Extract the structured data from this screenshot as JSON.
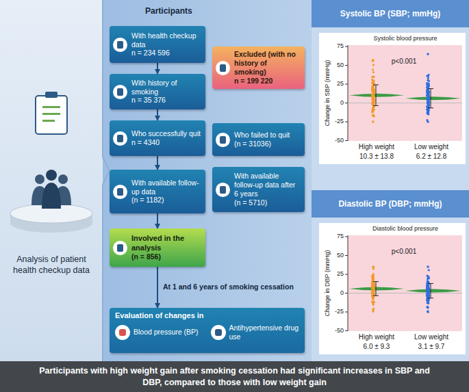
{
  "diagram": {
    "nodes": [
      {
        "text": [
          "Analysis of patient health checkup data"
        ]
      },
      {
        "text": [
          "Participants"
        ]
      },
      {
        "text": [
          "With health checkup data",
          "n = 234 596"
        ],
        "in": 1
      },
      {
        "text": [
          "Excluded (with no history of smoking)",
          "n = 199 220"
        ],
        "in": 1
      },
      {
        "text": [
          "With history of smoking",
          "n = 35 376"
        ],
        "in": 1
      },
      {
        "text": [
          "Who successfully quit",
          "n = 4340"
        ],
        "in": 1
      },
      {
        "text": [
          "Who failed to quit",
          "(n = 31036)"
        ],
        "in": 1
      },
      {
        "text": [
          "With available follow-up data after 6 years",
          "(n = 5710)"
        ],
        "in": 1
      },
      {
        "text": [
          "With available follow-up data",
          "(n = 1182)"
        ],
        "in": 1
      },
      {
        "text": [
          "Involved in the analysis",
          "(n = 856)"
        ],
        "in": 1
      },
      {
        "text": [
          "Evaluation of changes in",
          "Blood pressure (BP)",
          "Antihypertensive drug use"
        ],
        "in": 1
      },
      {
        "text": [
          "Systolic BP (SBP; mmHg)"
        ]
      },
      {
        "text": [
          "Diastolic BP (DBP; mmHg)"
        ]
      },
      {
        "text": [
          "Participants with high weight gain after smoking cessation had significant increases in SBP and DBP, compared to those with low weight gain"
        ]
      }
    ],
    "edges": [
      {
        "from": 2,
        "to": 4,
        "arrow": "to"
      },
      {
        "from": 4,
        "to": 5,
        "arrow": "to"
      },
      {
        "from": 5,
        "to": 8,
        "arrow": "to"
      },
      {
        "from": 8,
        "to": 9,
        "arrow": "to"
      },
      {
        "from": 9,
        "to": 10,
        "label": "At 1 and 6 years of smoking cessation",
        "arrow": "to"
      }
    ],
    "labels": [
      "Systolic blood pressure",
      "p<0.001",
      "High weight",
      "10.3 ± 13.8",
      "Low weight",
      "6.2 ± 12.8",
      "Change in SBP (mmHg)",
      "75",
      "50",
      "25",
      "0",
      "-25",
      "-50",
      "Diastolic blood pressure",
      "p<0.001",
      "High weight",
      "6.0 ± 9.3",
      "Low weight",
      "3.1 ± 9.7",
      "Change in DBP (mmHg)",
      "75",
      "50",
      "25",
      "0",
      "-25",
      "-50"
    ]
  }
}
